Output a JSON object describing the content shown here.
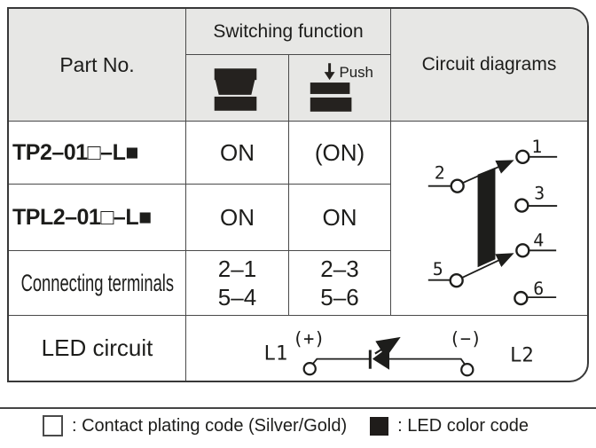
{
  "header": {
    "part_no": "Part No.",
    "switching_function": "Switching function",
    "push": "Push",
    "circuit_diagrams": "Circuit diagrams"
  },
  "rows": [
    {
      "part": "TP2–01□–L■",
      "normal": "ON",
      "pushed": "(ON)"
    },
    {
      "part": "TPL2–01□–L■",
      "normal": "ON",
      "pushed": "ON"
    },
    {
      "part": "Connecting terminals",
      "normal": "2–1\n5–4",
      "pushed": "2–3\n5–6"
    }
  ],
  "led_row": {
    "label": "LED circuit",
    "l1": "L1",
    "plus": "(+)",
    "minus": "(−)",
    "l2": "L2"
  },
  "circuit": {
    "terminals": [
      "1",
      "2",
      "3",
      "4",
      "5",
      "6"
    ]
  },
  "legend": {
    "plating_label": ": Contact plating code (Silver/Gold)",
    "led_label": ": LED color code"
  },
  "colors": {
    "header_bg": "#e7e7e5",
    "grid_line": "#4a4a4a",
    "text": "#1d1d1b",
    "ink": "#25221f"
  }
}
